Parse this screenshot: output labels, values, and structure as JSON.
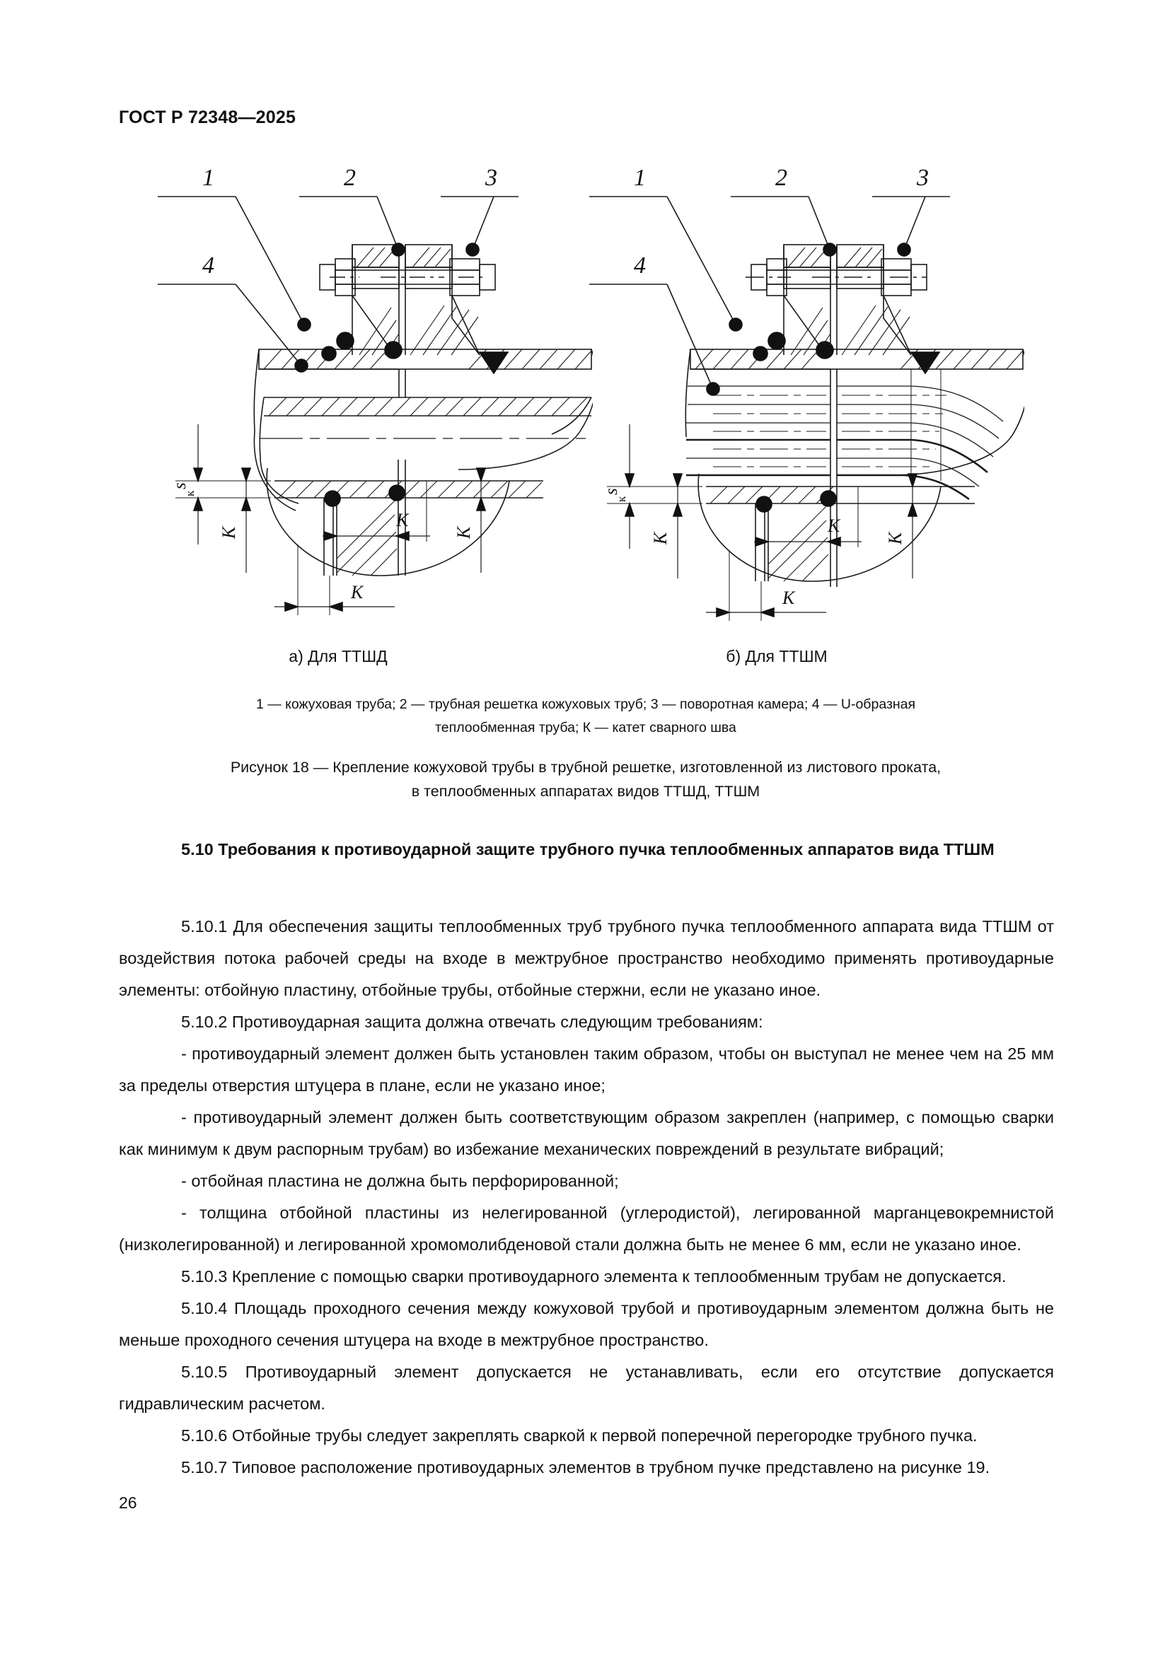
{
  "document": {
    "standard_header": "ГОСТ Р 72348—2025",
    "page_number": "26"
  },
  "figure": {
    "panel_a_caption": "а) Для ТТШД",
    "panel_b_caption": "б) Для ТТШМ",
    "legend_line1": "1 — кожуховая труба; 2 — трубная решетка кожуховых труб; 3 — поворотная камера; 4 — U-образная",
    "legend_line2": "теплообменная труба; К — катет сварного шва",
    "title_line1": "Рисунок 18 — Крепление кожуховой трубы в трубной решетке, изготовленной из листового проката,",
    "title_line2": "в теплообменных аппаратах видов ТТШД, ТТШМ",
    "callouts": [
      "1",
      "2",
      "3",
      "4"
    ],
    "dimension_labels": {
      "wall_thickness": "s",
      "wall_thickness_sub": "к",
      "weld_leg": "K"
    }
  },
  "section": {
    "heading": "5.10  Требования к противоударной защите трубного пучка теплообменных аппаратов вида ТТШМ",
    "paragraphs": [
      "5.10.1  Для обеспечения защиты теплообменных труб трубного пучка теплообменного аппарата вида ТТШМ от воздействия потока рабочей среды на входе в межтрубное пространство необходимо применять противоударные элементы: отбойную пластину, отбойные трубы, отбойные стержни, если не указано иное.",
      "5.10.2  Противоударная защита должна отвечать следующим требованиям:",
      "- противоударный элемент должен быть установлен таким образом, чтобы он выступал не менее чем на 25 мм за пределы отверстия штуцера в плане, если не указано иное;",
      "- противоударный элемент должен быть соответствующим образом закреплен (например, с помощью сварки как минимум к двум распорным трубам) во избежание механических повреждений в результате вибраций;",
      "- отбойная пластина не должна быть перфорированной;",
      "- толщина отбойной пластины из нелегированной (углеродистой), легированной марганцевокремнистой (низколегированной) и легированной хромомолибденовой стали должна быть не менее 6 мм, если не указано иное.",
      "5.10.3  Крепление с помощью сварки противоударного элемента к теплообменным трубам не допускается.",
      "5.10.4  Площадь проходного сечения между кожуховой трубой и противоударным элементом должна быть не меньше проходного сечения штуцера на входе в межтрубное пространство.",
      "5.10.5  Противоударный элемент допускается не устанавливать, если его отсутствие допускается гидравлическим расчетом.",
      "5.10.6  Отбойные трубы следует закреплять сваркой к первой поперечной перегородке трубного пучка.",
      "5.10.7  Типовое расположение противоударных элементов в трубном пучке представлено на рисунке 19."
    ]
  },
  "colors": {
    "ink": "#111111",
    "line": "#1a1a1a"
  }
}
